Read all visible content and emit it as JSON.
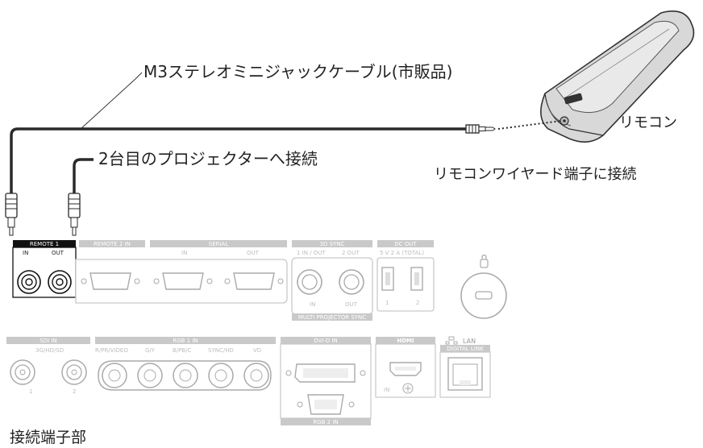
{
  "callouts": {
    "cable": "M3ステレオミニジャックケーブル(市販品)",
    "second_projector": "2台目のプロジェクターへ接続",
    "remote": "リモコン",
    "remote_wired": "リモコンワイヤード端子に接続",
    "terminal_section": "接続端子部"
  },
  "panel_top": {
    "remote1": {
      "header": "REMOTE 1",
      "in": "IN",
      "out": "OUT"
    },
    "remote2": {
      "header": "REMOTE 2 IN"
    },
    "serial": {
      "header": "SERIAL",
      "in": "IN",
      "out": "OUT"
    },
    "sync3d": {
      "header": "3D SYNC",
      "port1": "1 IN / OUT",
      "port2": "2 OUT",
      "footer": "MULTI PROJECTOR SYNC",
      "in": "IN",
      "out": "OUT"
    },
    "dcout": {
      "header": "DC OUT",
      "sub": "5 V  2 A (TOTAL)",
      "port1": "1",
      "port2": "2"
    }
  },
  "panel_bottom": {
    "sdi": {
      "header": "SDI IN",
      "sub": "3G/HD/SD",
      "port1": "1",
      "port2": "2"
    },
    "rgb1": {
      "header": "RGB 1 IN",
      "ports": [
        "R/PR/VIDEO",
        "G/Y",
        "B/PB/C",
        "SYNC/HD",
        "VD"
      ]
    },
    "dvi": {
      "header": "DVI-D IN"
    },
    "rgb2": {
      "footer": "RGB 2 IN"
    },
    "hdmi": {
      "header": "HDMI",
      "in": "IN"
    },
    "lan": {
      "header": "LAN",
      "sub": "DIGITAL LINK"
    }
  },
  "colors": {
    "cable": "#2a2a2a",
    "panel_header": "#c9c9c9",
    "panel_line": "#c9c9c9",
    "text": "#222222"
  },
  "icons": [
    "remote-control-icon",
    "security-lock-icon",
    "lan-network-icon"
  ]
}
